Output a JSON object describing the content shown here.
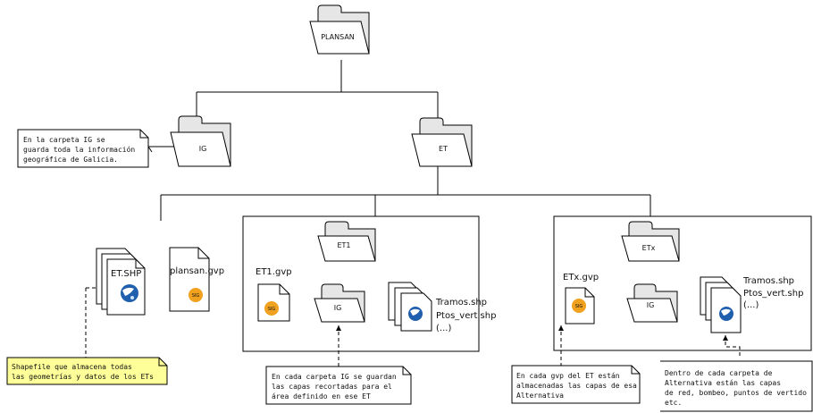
{
  "folders": {
    "root": "PLANSAN",
    "ig": "IG",
    "et": "ET",
    "et1": "ET1",
    "et1_ig": "IG",
    "etx": "ETx",
    "etx_ig": "IG"
  },
  "files": {
    "et_shp": "ET.SHP",
    "plansan_gvp": "plansan.gvp",
    "et1_gvp": "ET1.gvp",
    "etx_gvp": "ETx.gvp",
    "et1_shapes": [
      "Tramos.shp",
      "Ptos_vert.shp",
      "(...)"
    ],
    "etx_shapes": [
      "Tramos.shp",
      "Ptos_vert.shp",
      "(...)"
    ],
    "sig_badge": "SIG"
  },
  "notes": {
    "ig_note": [
      "En la carpeta IG se",
      "guarda toda la información",
      "geográfica de Galicia."
    ],
    "shapefile_note": [
      "Shapefile que almacena todas",
      "las geometrías y datos de los ETs"
    ],
    "et1_ig_note": [
      "En cada carpeta IG se guardan",
      "las capas recortadas para el",
      "área definido en ese ET"
    ],
    "gvp_note": [
      "En cada gvp del ET están",
      "almacenadas las capas de esa",
      "Alternativa"
    ],
    "alt_note": [
      "Dentro de cada carpeta de",
      "Alternativa están las capas",
      "de red, bombeo, puntos de vertido",
      "etc."
    ]
  },
  "colors": {
    "note_yellow": "#ffff99",
    "note_white": "#ffffff",
    "folder_fill": "#ffffff",
    "folder_tab": "#e6e6e6",
    "line": "#000000",
    "globe_blue": "#1f5fae",
    "sig_orange": "#f0a11e"
  },
  "icons": {
    "folder": "folder-icon",
    "file": "file-icon",
    "globe": "globe-icon",
    "sig": "sig-logo-icon"
  }
}
